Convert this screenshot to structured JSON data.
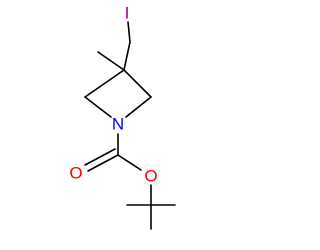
{
  "molecule": {
    "atoms": {
      "iodine": {
        "symbol": "I",
        "color": "#940094"
      },
      "nitrogen": {
        "symbol": "N",
        "color": "#0000ff"
      },
      "carbonyl_oxygen": {
        "symbol": "O",
        "color": "#ff0000"
      },
      "ester_oxygen": {
        "symbol": "O",
        "color": "#ff0000"
      }
    },
    "bond_color": "#000000"
  }
}
